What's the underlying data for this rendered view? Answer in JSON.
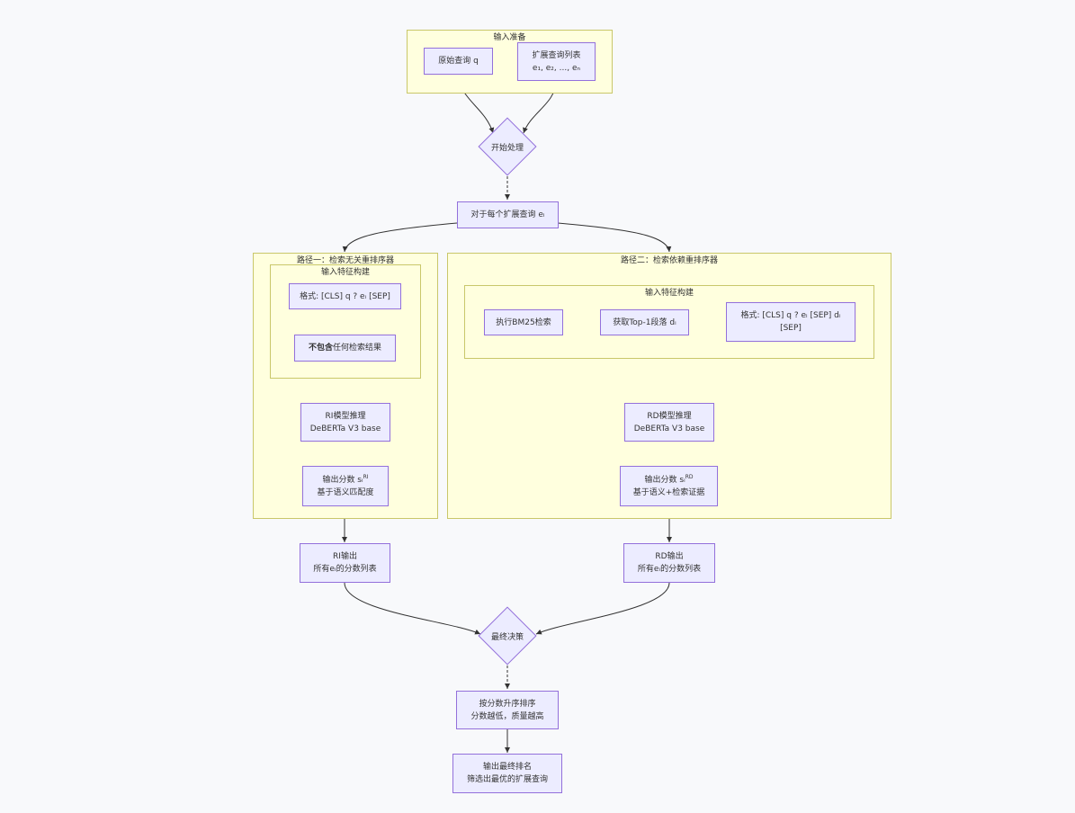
{
  "clusters": {
    "input_prep": "输入准备",
    "path1": "路径一：检索无关重排序器",
    "path1_feat": "输入特征构建",
    "path2": "路径二：检索依赖重排序器",
    "path2_feat": "输入特征构建"
  },
  "nodes": {
    "orig_query": "原始查询 q",
    "expand_list_l1": "扩展查询列表",
    "expand_list_l2": "e₁, e₂, ..., eₙ",
    "start": "开始处理",
    "each_expand": "对于每个扩展查询 eᵢ",
    "ri_format": "格式: [CLS] q ? eᵢ [SEP]",
    "ri_no_result_bold": "不包含",
    "ri_no_result_rest": "任何检索结果",
    "ri_model_l1": "RI模型推理",
    "ri_model_l2": "DeBERTa V3 base",
    "ri_score_prefix": "输出分数 sᵢ",
    "ri_score_sup": "RI",
    "ri_score_l2": "基于语义匹配度",
    "bm25": "执行BM25检索",
    "top1": "获取Top-1段落 dᵢ",
    "rd_format_l1": "格式: [CLS] q ? eᵢ [SEP] dᵢ",
    "rd_format_l2": "[SEP]",
    "rd_model_l1": "RD模型推理",
    "rd_model_l2": "DeBERTa V3 base",
    "rd_score_prefix": "输出分数 sᵢ",
    "rd_score_sup": "RD",
    "rd_score_l2": "基于语义+检索证据",
    "ri_out_l1": "RI输出",
    "ri_out_l2": "所有eᵢ的分数列表",
    "rd_out_l1": "RD输出",
    "rd_out_l2": "所有eᵢ的分数列表",
    "final_decision": "最终决策",
    "sort_l1": "按分数升序排序",
    "sort_l2": "分数越低，质量越高",
    "final_out_l1": "输出最终排名",
    "final_out_l2": "筛选出最优的扩展查询"
  },
  "colors": {
    "node_fill": "#ececff",
    "node_stroke": "#9370db",
    "cluster_fill": "#ffffde",
    "cluster_stroke": "#c9c76a",
    "edge": "#333333"
  }
}
